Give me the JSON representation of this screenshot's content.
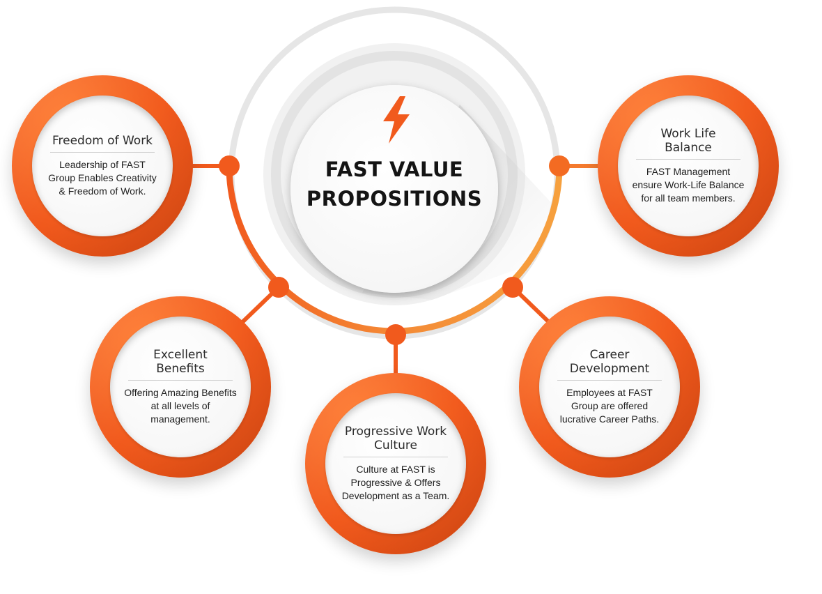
{
  "center": {
    "icon": "lightning-bolt-icon",
    "title_line1": "FAST VALUE",
    "title_line2": "PROPOSITIONS"
  },
  "colors": {
    "accent": "#f15a1d",
    "accent_light": "#f59a3c",
    "ring_gray": "#e6e6e6",
    "text": "#1e1e1e"
  },
  "nodes": [
    {
      "title": "Freedom of Work",
      "desc": "Leadership of FAST Group Enables Creativity & Freedom of Work."
    },
    {
      "title": "Work Life Balance",
      "desc": "FAST Management ensure Work-Life Balance for all team members."
    },
    {
      "title": "Excellent Benefits",
      "desc": "Offering Amazing Benefits at all levels of management."
    },
    {
      "title": "Progressive Work Culture",
      "desc": "Culture at FAST is Progressive & Offers Development as a Team."
    },
    {
      "title": "Career Development",
      "desc": "Employees at FAST Group are offered lucrative Career Paths."
    }
  ]
}
